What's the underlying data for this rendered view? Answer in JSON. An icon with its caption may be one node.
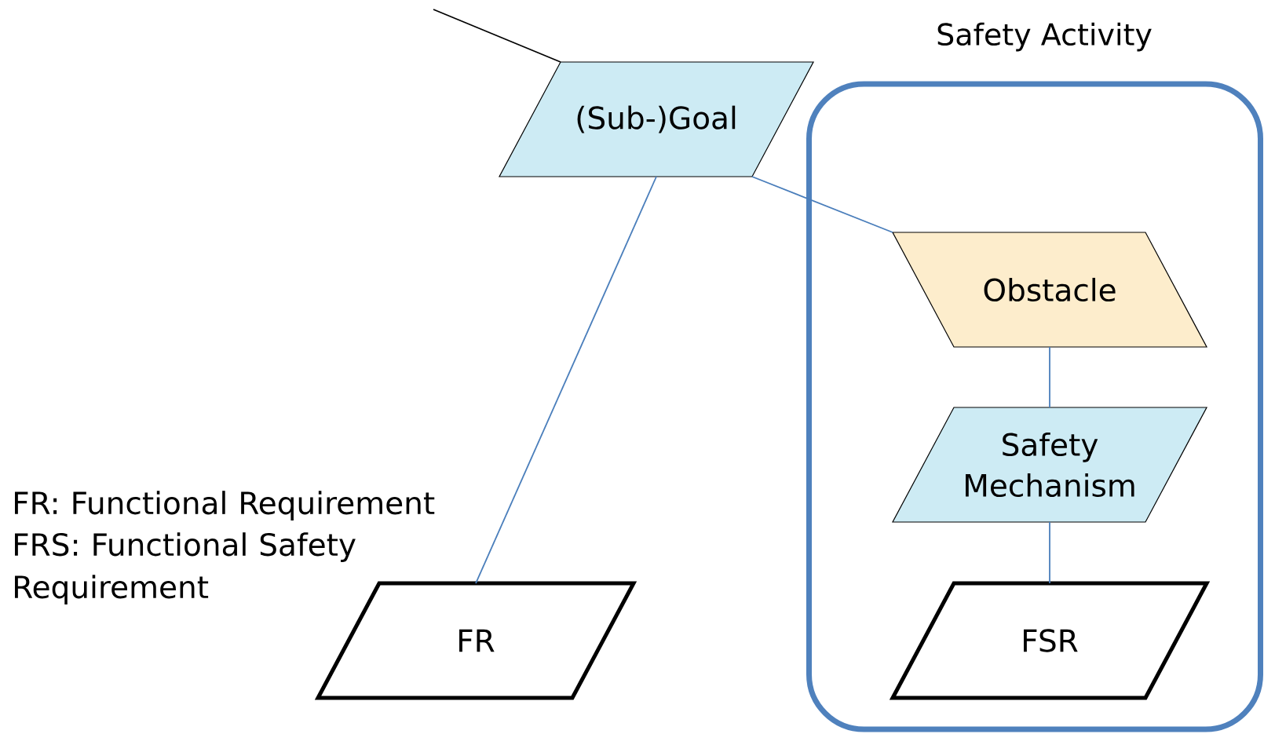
{
  "diagram": {
    "nodes": [
      {
        "text": [
          "Safety Activity"
        ]
      },
      {
        "text": [
          "(Sub-)Goal"
        ]
      },
      {
        "text": [
          "Obstacle"
        ],
        "in": 0
      },
      {
        "text": [
          "Safety Mechanism"
        ],
        "in": 0
      },
      {
        "text": [
          "FR"
        ]
      },
      {
        "text": [
          "FSR"
        ],
        "in": 0
      }
    ],
    "edges": [
      {
        "from": null,
        "to": 1,
        "arrow": "none",
        "color": "#000000"
      },
      {
        "from": 1,
        "to": 4,
        "arrow": "none"
      },
      {
        "from": 1,
        "to": 2,
        "arrow": "none"
      },
      {
        "from": 2,
        "to": 3,
        "arrow": "none"
      },
      {
        "from": 3,
        "to": 5,
        "arrow": "none"
      }
    ],
    "labels": [
      "FR: Functional Requirement",
      "FRS: Functional Safety Requirement"
    ]
  }
}
